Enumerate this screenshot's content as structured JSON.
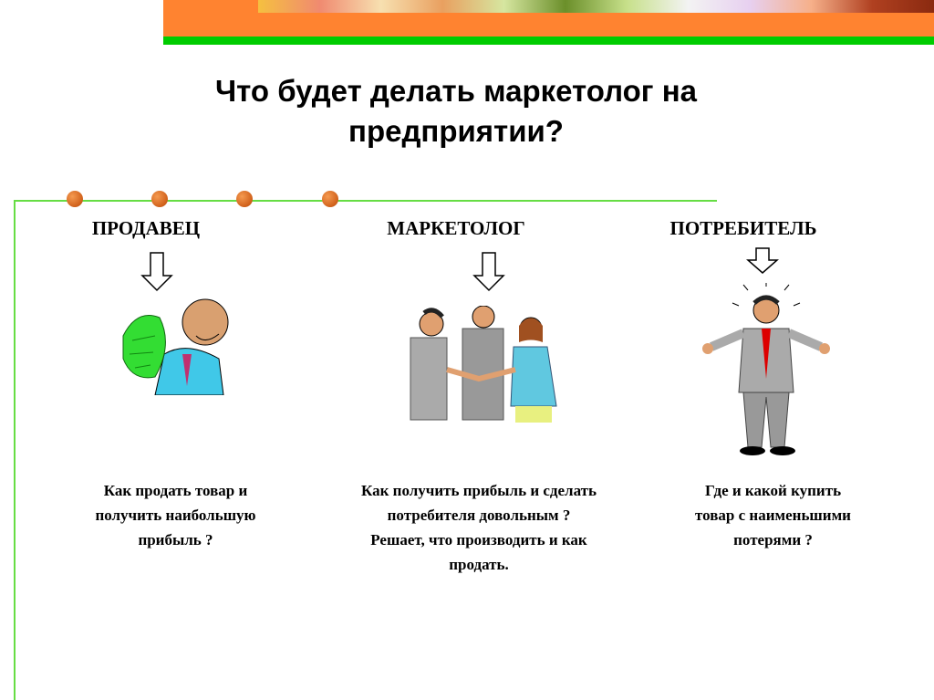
{
  "slide": {
    "title_line1": "Что будет делать маркетолог на",
    "title_line2": "предприятии?",
    "columns": [
      {
        "role": "ПРОДАВЕЦ",
        "desc_lines": [
          "Как продать товар и",
          "получить наибольшую",
          "прибыль ?"
        ]
      },
      {
        "role": "МАРКЕТОЛОГ",
        "desc_lines": [
          "Как получить прибыль и сделать",
          "потребителя довольным ?",
          "Решает, что производить и как",
          "продать."
        ]
      },
      {
        "role": "ПОТРЕБИТЕЛЬ",
        "desc_lines": [
          "Где и какой купить",
          "товар с наименьшими",
          "потерями ?"
        ]
      }
    ]
  },
  "colors": {
    "orange": "#ff8330",
    "green": "#00cc00",
    "line": "#66dd44"
  }
}
